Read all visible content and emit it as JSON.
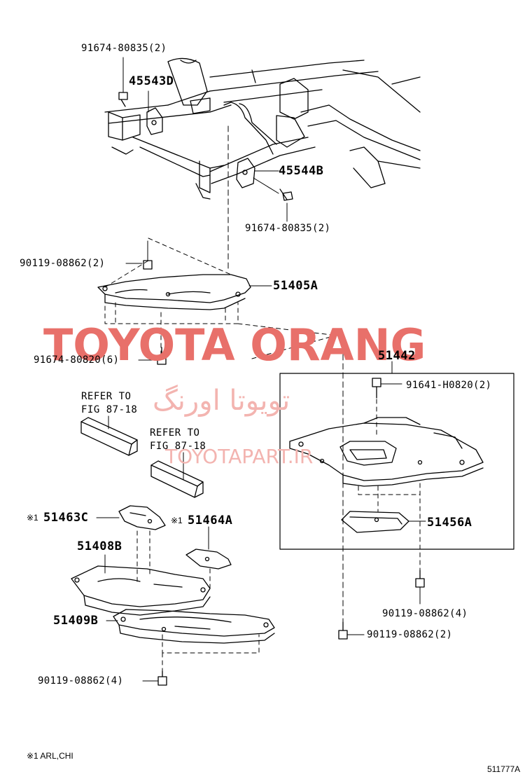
{
  "colors": {
    "line": "#000000",
    "watermark": "#e8706a",
    "watermark_light": "#f3b4b0"
  },
  "labels": {
    "bolt_top": "91674-80835(2)",
    "bracket_d": "45543D",
    "bracket_b": "45544B",
    "bolt_mid": "91674-80835(2)",
    "bolt_left": "90119-08862(2)",
    "cover_a": "51405A",
    "bolt_six": "91674-80820(6)",
    "assy": "51442",
    "bolt_h": "91641-H0820(2)",
    "refer1_line1": "REFER TO",
    "refer1_line2": "FIG 87-18",
    "refer2_line1": "REFER TO",
    "refer2_line2": "FIG 87-18",
    "cover_c": "51463C",
    "cover_c_mark": "※1",
    "cover_464": "51464A",
    "cover_464_mark": "※1",
    "cover_408": "51408B",
    "cover_409": "51409B",
    "cover_456": "51456A",
    "bolt_right4": "90119-08862(4)",
    "bolt_center2": "90119-08862(2)",
    "bolt_bottom4": "90119-08862(4)",
    "footnote": "※1 ARL,CHI",
    "figure_code": "511777A"
  },
  "watermark": {
    "brand": "TOYOTA ORANG",
    "persian": "تویوتا اورنگ",
    "site": "TOYOTAPART.IR"
  }
}
